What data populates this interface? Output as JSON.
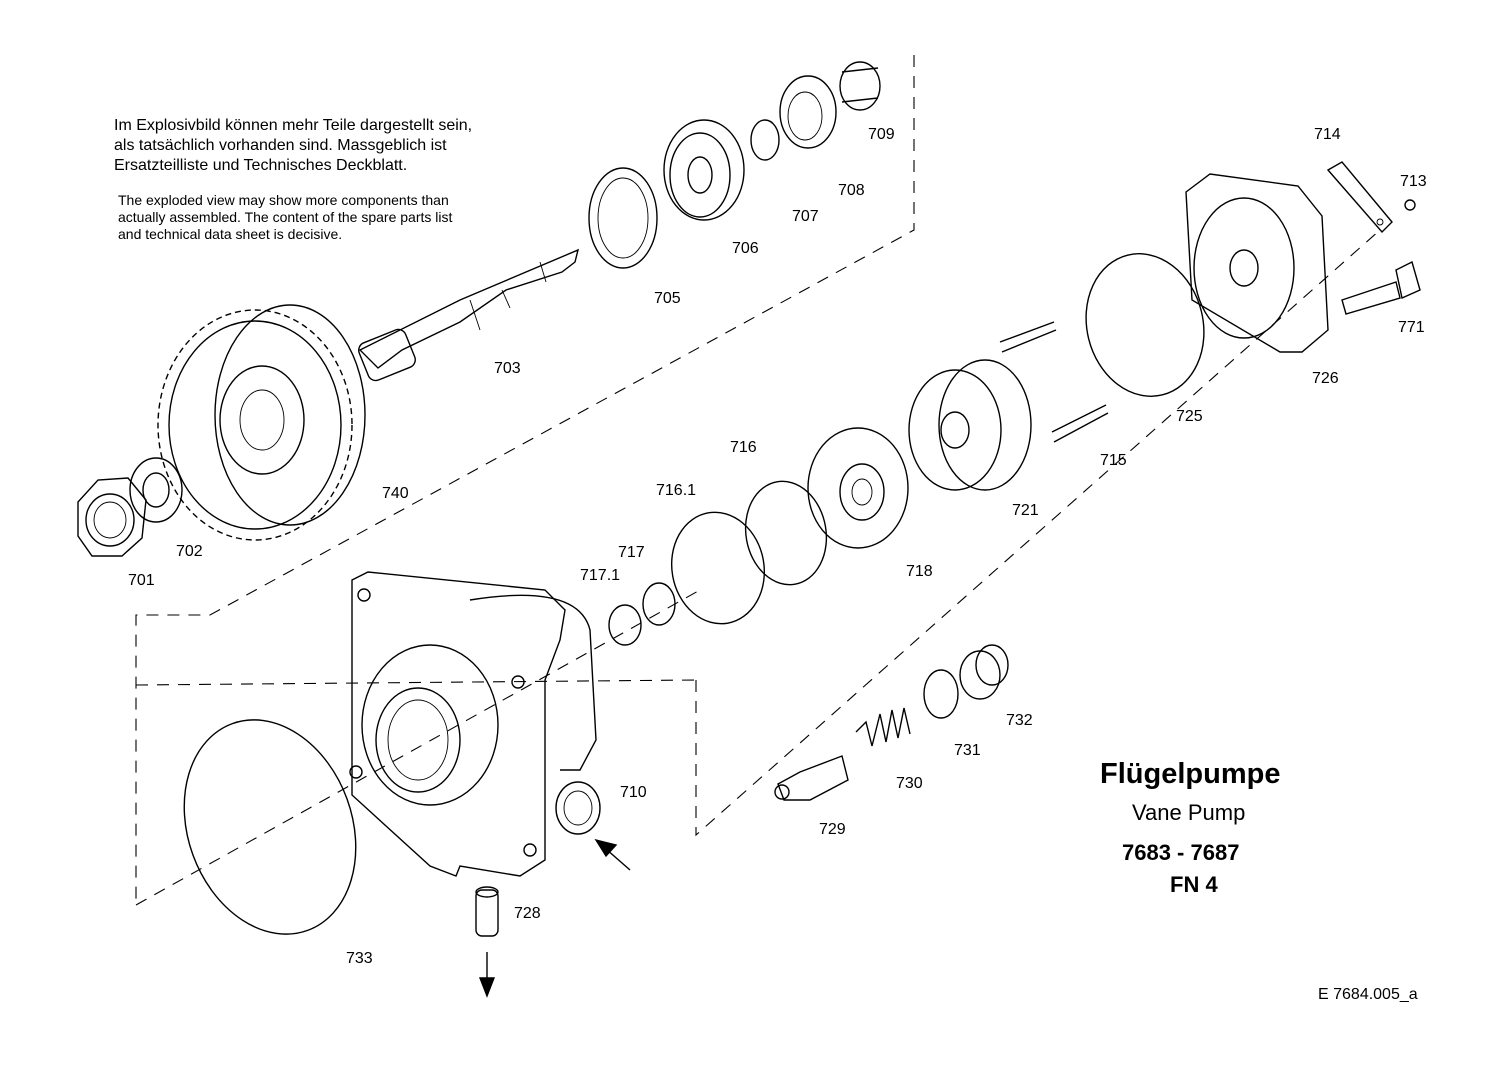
{
  "note_de": "Im Explosivbild können mehr Teile dargestellt sein,\nals tatsächlich vorhanden sind. Massgeblich ist\nErsatzteilliste und Technisches Deckblatt.",
  "note_en": "The exploded view may show more  components than\nactually assembled. The content of the spare parts list\nand technical data sheet is decisive.",
  "title_de": "Flügelpumpe",
  "title_en": "Vane Pump",
  "model_range": "7683 - 7687",
  "fn": "FN 4",
  "doc_ref": "E  7684.005_a",
  "part_labels": {
    "p701": "701",
    "p702": "702",
    "p703": "703",
    "p705": "705",
    "p706": "706",
    "p707": "707",
    "p708": "708",
    "p709": "709",
    "p710": "710",
    "p713": "713",
    "p714": "714",
    "p715": "715",
    "p716": "716",
    "p716_1": "716.1",
    "p717": "717",
    "p717_1": "717.1",
    "p718": "718",
    "p721": "721",
    "p725": "725",
    "p726": "726",
    "p728": "728",
    "p729": "729",
    "p730": "730",
    "p731": "731",
    "p732": "732",
    "p733": "733",
    "p740": "740",
    "p771": "771"
  }
}
